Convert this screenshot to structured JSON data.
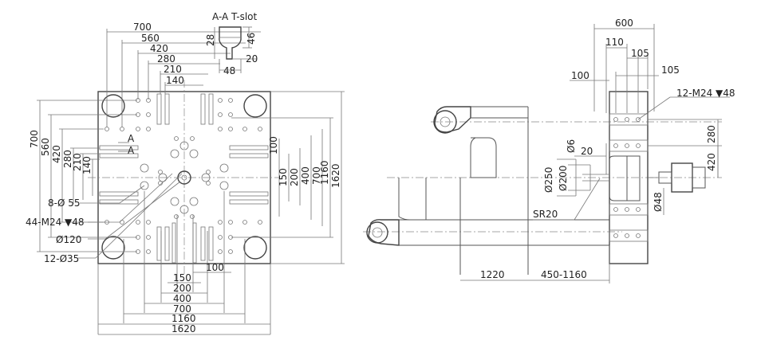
{
  "tslot": {
    "title": "A-A T-slot",
    "dims": {
      "w28": "28",
      "w46": "46",
      "w20": "20",
      "w48": "48"
    }
  },
  "platen": {
    "top_dims": [
      "700",
      "560",
      "420",
      "280",
      "210",
      "140"
    ],
    "left_dims": [
      "700",
      "560",
      "420",
      "280",
      "210",
      "140"
    ],
    "right_dims": [
      "100",
      "150",
      "200",
      "400",
      "700",
      "1160",
      "1620"
    ],
    "bottom_dims": [
      "100",
      "150",
      "200",
      "400",
      "700",
      "1160",
      "1620"
    ],
    "section_mark": "A",
    "callouts": [
      "8-Ø 55",
      "44-M24 ▼48",
      "Ø120",
      "12-Ø35"
    ]
  },
  "machine": {
    "top_dims": [
      "600",
      "110",
      "105",
      "100",
      "105"
    ],
    "callout_m24": "12-M24 ▼48",
    "right_dims": [
      "280",
      "420"
    ],
    "ejector_dims": {
      "d6": "Ø6",
      "v20": "20",
      "d250": "Ø250",
      "d200": "Ø200",
      "d48": "Ø48"
    },
    "sr": "SR20",
    "bottom_dims": [
      "1220",
      "450-1160"
    ]
  }
}
